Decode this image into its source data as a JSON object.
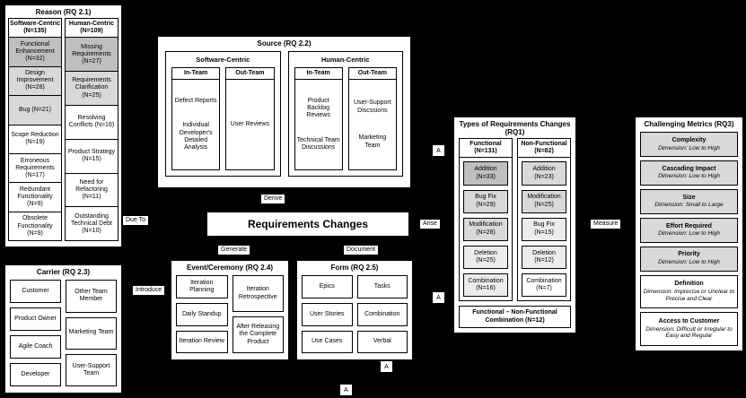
{
  "palette": {
    "background": "#000000",
    "box_bg": "#ffffff",
    "border": "#000000",
    "shade_dark": "#bfbfbf",
    "shade_light": "#d9d9d9",
    "shade_lighter": "#ececec"
  },
  "reason": {
    "title": "Reason (RQ 2.1)",
    "software": {
      "header": "Software-Centric (N=135)",
      "items": [
        "Functional Enhancement (N=32)",
        "Design Improvement (N=28)",
        "Bug (N=21)",
        "Scope Reduction (N=19)",
        "Erroneous Requirements (N=17)",
        "Redundant Functionality (N=9)",
        "Obsolete Functionality (N=9)"
      ]
    },
    "human": {
      "header": "Human-Centric (N=109)",
      "items": [
        "Missing Requirements (N=27)",
        "Requirements Clarification (N=25)",
        "Resolving Conflicts (N=16)",
        "Product Strategy (N=15)",
        "Need for Refactoring (N=11)",
        "Outstanding Technical Debt (N=10)"
      ]
    }
  },
  "source": {
    "title": "Source (RQ 2.2)",
    "software": {
      "header": "Software-Centric",
      "in_team": {
        "header": "In-Team",
        "items": [
          "Defect Reports",
          "Individual Developer's Detailed Analysis"
        ]
      },
      "out_team": {
        "header": "Out-Team",
        "items": [
          "User Reviews"
        ]
      }
    },
    "human": {
      "header": "Human-Centric",
      "in_team": {
        "header": "In-Team",
        "items": [
          "Product Backlog Reviews",
          "Technical Team Discussions"
        ]
      },
      "out_team": {
        "header": "Out-Team",
        "items": [
          "User-Support Discssions",
          "Marketing Team"
        ]
      }
    }
  },
  "center": {
    "title": "Requirements Changes"
  },
  "carrier": {
    "title": "Carrier (RQ 2.3)",
    "col1": [
      "Customer",
      "Product Owner",
      "Agile Coach",
      "Developer"
    ],
    "col2": [
      "Other Team Member",
      "Marketing Team",
      "User-Support Team"
    ]
  },
  "event": {
    "title": "Event/Ceremony (RQ 2.4)",
    "col1": [
      "Iteration Planning",
      "Daily Standup",
      "Iteration Review"
    ],
    "col2": [
      "Iteration Retrospective",
      "After Releasing the Complete Product"
    ]
  },
  "form": {
    "title": "Form (RQ 2.5)",
    "col1": [
      "Epics",
      "User Stories",
      "Use Cases"
    ],
    "col2": [
      "Tasks",
      "Combination",
      "Verbal"
    ]
  },
  "types": {
    "title": "Types of Requirements Changes (RQ1)",
    "functional": {
      "header": "Functional (N=131)",
      "items": [
        "Addition (N=33)",
        "Bug Fix (N=29)",
        "Modification (N=28)",
        "Deletion (N=25)",
        "Combination (N=16)"
      ]
    },
    "non_functional": {
      "header": "Non-Functional (N=82)",
      "items": [
        "Addition (N=23)",
        "Modification (N=25)",
        "Bug Fix (N=15)",
        "Deletion (N=12)",
        "Combination (N=7)"
      ]
    },
    "footer": "Functional – Non-Functional Combination (N=12)"
  },
  "metrics": {
    "title": "Challenging Metrics (RQ3)",
    "items": [
      {
        "name": "Complexity",
        "dimension": "Dimension: Low to High"
      },
      {
        "name": "Cascading Impact",
        "dimension": "Dimension: Low to High"
      },
      {
        "name": "Size",
        "dimension": "Dimension: Small to Large"
      },
      {
        "name": "Effort Required",
        "dimension": "Dimension: Low to High"
      },
      {
        "name": "Priority",
        "dimension": "Dimension: Low to High"
      },
      {
        "name": "Definition",
        "dimension": "Dimension: Imprecise or Unclear to Precise and Clear"
      },
      {
        "name": "Access to Customer",
        "dimension": "Dimension: Difficult or Irregular to Easy and Regular"
      }
    ]
  },
  "labels": {
    "due_to": "Due To",
    "derive": "Derive",
    "generate": "Generate",
    "document": "Document",
    "arise": "Arise",
    "measure": "Measure",
    "introduce": "Introduce",
    "connector": "A"
  }
}
